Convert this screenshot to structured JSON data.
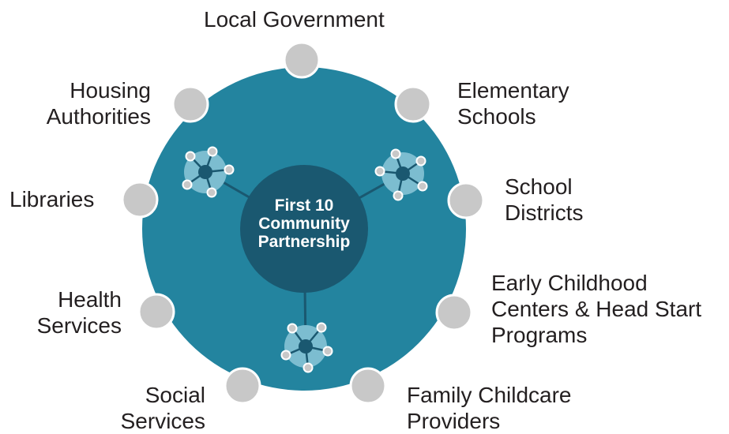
{
  "center": {
    "label": "First 10\nCommunity\nPartnership"
  },
  "partners": [
    {
      "id": "local-government",
      "label": "Local Government"
    },
    {
      "id": "elementary-schools",
      "label": "Elementary\nSchools"
    },
    {
      "id": "school-districts",
      "label": "School\nDistricts"
    },
    {
      "id": "early-childhood-centers",
      "label": "Early Childhood\nCenters & Head Start\nPrograms"
    },
    {
      "id": "family-childcare-providers",
      "label": "Family Childcare\nProviders"
    },
    {
      "id": "social-services",
      "label": "Social\nServices"
    },
    {
      "id": "health-services",
      "label": "Health\nServices"
    },
    {
      "id": "libraries",
      "label": "Libraries"
    },
    {
      "id": "housing-authorities",
      "label": "Housing\nAuthorities"
    }
  ],
  "colors": {
    "outer_circle": "#23849f",
    "center_circle": "#1a5870",
    "partner_node": "#c8c8c8",
    "node_outline": "#ffffff",
    "hub_glow": "#7cbdd0",
    "hub_center": "#1a5870",
    "text": "#231f20"
  },
  "icons": {
    "cluster_icon": "network-cluster-icon",
    "partner_node_icon": "partner-node-icon"
  }
}
